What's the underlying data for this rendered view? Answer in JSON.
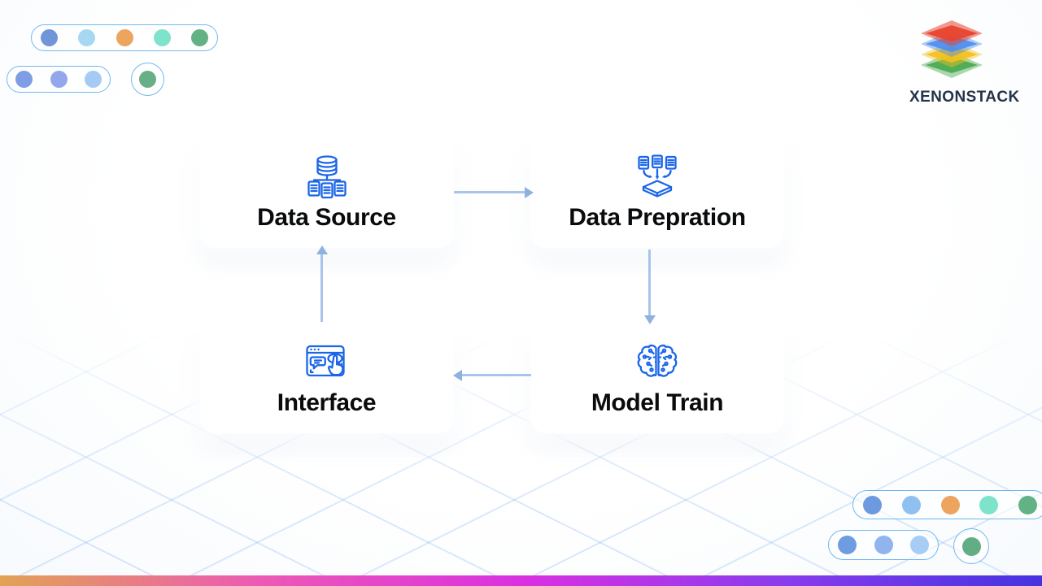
{
  "page": {
    "type": "ml-pipeline-flowchart"
  },
  "logo": {
    "text": "XENONSTACK",
    "layer_colors": [
      "#e8452f",
      "#4a8df0",
      "#f3c01c",
      "#47a94c"
    ]
  },
  "diagram": {
    "nodes": [
      {
        "id": "data-source",
        "label": "Data Source",
        "icon": "database-documents-icon"
      },
      {
        "id": "data-prepration",
        "label": "Data Prepration",
        "icon": "documents-into-tray-icon"
      },
      {
        "id": "model-train",
        "label": "Model Train",
        "icon": "brain-circuit-icon"
      },
      {
        "id": "interface",
        "label": "Interface",
        "icon": "browser-click-chat-icon"
      }
    ],
    "edges": [
      {
        "from": "Data Source",
        "to": "Data Prepration",
        "direction": "right"
      },
      {
        "from": "Data Prepration",
        "to": "Model Train",
        "direction": "down"
      },
      {
        "from": "Model Train",
        "to": "Interface",
        "direction": "left"
      },
      {
        "from": "Interface",
        "to": "Data Source",
        "direction": "up"
      }
    ]
  },
  "decorations": {
    "top_left": {
      "pill_large_dots": [
        "#6e96d8",
        "#a6d8f2",
        "#eca45f",
        "#7de4cb",
        "#63b286"
      ],
      "pill_small_dots": [
        "#7d9de4",
        "#93a7ec",
        "#a5cbf4"
      ],
      "circle_dot": [
        "#68ae87"
      ]
    },
    "bottom_right": {
      "pill_large_dots": [
        "#6d9ade",
        "#8fc0f0",
        "#eca45f",
        "#7de4cb",
        "#63b286"
      ],
      "pill_small_dots": [
        "#6d9ce0",
        "#8fb4ee",
        "#a8cdf5"
      ],
      "circle_dot": [
        "#63ad85"
      ]
    }
  },
  "colors": {
    "icon_stroke": "#1a65e8",
    "arrow_line": "#a9c4ea",
    "arrow_head": "#8fb1df",
    "pill_border": "#72b8ef",
    "grid_line": "rgba(148,191,244,0.35)",
    "label_text": "#0a0b0d",
    "logo_text": "#253349",
    "bottom_bar_gradient": [
      "#e2a253",
      "#ec5ab4",
      "#da30e1",
      "#8a3cec",
      "#4633e0"
    ]
  }
}
